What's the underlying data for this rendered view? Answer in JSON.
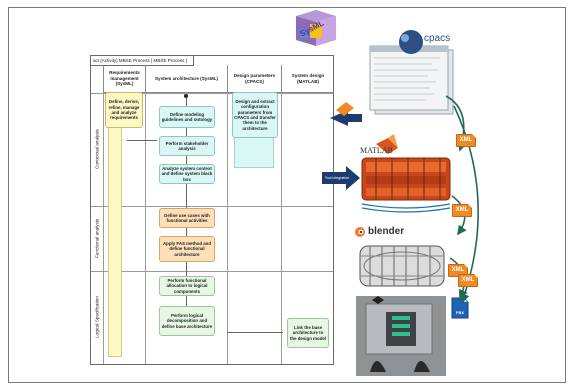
{
  "diagram": {
    "tab_title": "act [Activity] MBSE Process [ MBSE Process ]",
    "lanes": [
      "Requirements management (SysML)",
      "System architecture (SysML)",
      "Design parameters (CPACS)",
      "System design (MATLAB)"
    ],
    "phases": [
      "Contextual analysis",
      "Functional analysis",
      "Logical Specification"
    ],
    "activities": [
      "Define, derive, refine, manage and analyze requirements",
      "Define modeling guidelines and ontology",
      "Perform stakeholder analysis",
      "Analyze system context and define system black box",
      "Design and extract configuration parameters from CPACS and transfer them to the architecture",
      "Define use cases with functional activities",
      "Apply FAS method and define functional architecture",
      "Perform functional allocation to logical components",
      "Perform logical decomposition and define base architecture",
      "Link the base architecture to the design model"
    ]
  },
  "pipeline": {
    "sysml_logo": "SysML",
    "cpacs_logo": "cpacs",
    "matlab_label": "MATLAB",
    "blender_label": "blender",
    "xml_badges": [
      "XML",
      "XML",
      "XML",
      "XML"
    ],
    "tool_integration": "Tool integration",
    "fbx_label": "FBX"
  },
  "colors": {
    "yellow": "#fff8c4",
    "cyan": "#d9f7f5",
    "orange": "#fde0b8",
    "green": "#e6f8e3",
    "xml": "#f08a24",
    "arrow": "#1f6b57",
    "navy": "#1d3b6e",
    "model_orange": "#d9541e"
  }
}
